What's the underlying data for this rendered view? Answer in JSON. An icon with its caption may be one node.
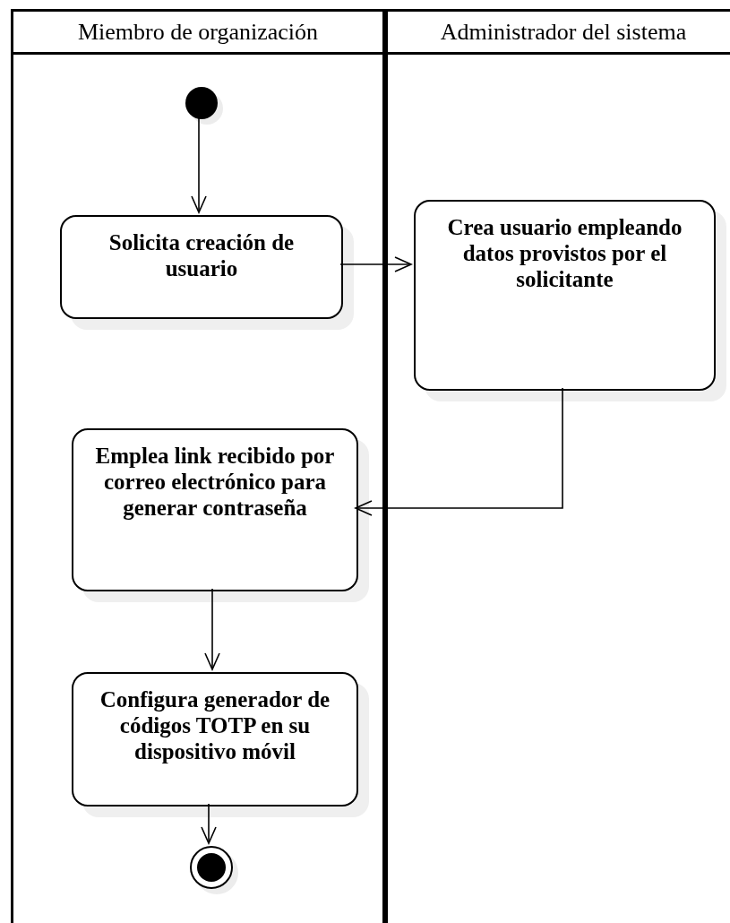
{
  "diagram": {
    "nodes": [
      {
        "text": [
          "Miembro de organización"
        ]
      },
      {
        "text": [
          "Administrador del sistema"
        ]
      },
      {
        "text": [],
        "shape": "circle",
        "in": 0
      },
      {
        "text": [
          "Solicita creación de usuario"
        ],
        "in": 0
      },
      {
        "text": [
          "Crea usuario empleando datos provistos por el solicitante"
        ],
        "in": 1
      },
      {
        "text": [
          "Emplea link recibido por correo electrónico para generar contraseña"
        ],
        "in": 0
      },
      {
        "text": [
          "Configura generador de códigos TOTP en su dispositivo móvil"
        ],
        "in": 0
      },
      {
        "text": [],
        "shape": "final-circle",
        "in": 0
      }
    ],
    "edges": [
      {
        "from": 2,
        "to": 3,
        "arrow": "to"
      },
      {
        "from": 3,
        "to": 4,
        "arrow": "to"
      },
      {
        "from": 4,
        "to": 5,
        "arrow": "to"
      },
      {
        "from": 5,
        "to": 6,
        "arrow": "to"
      },
      {
        "from": 6,
        "to": 7,
        "arrow": "to"
      }
    ]
  }
}
